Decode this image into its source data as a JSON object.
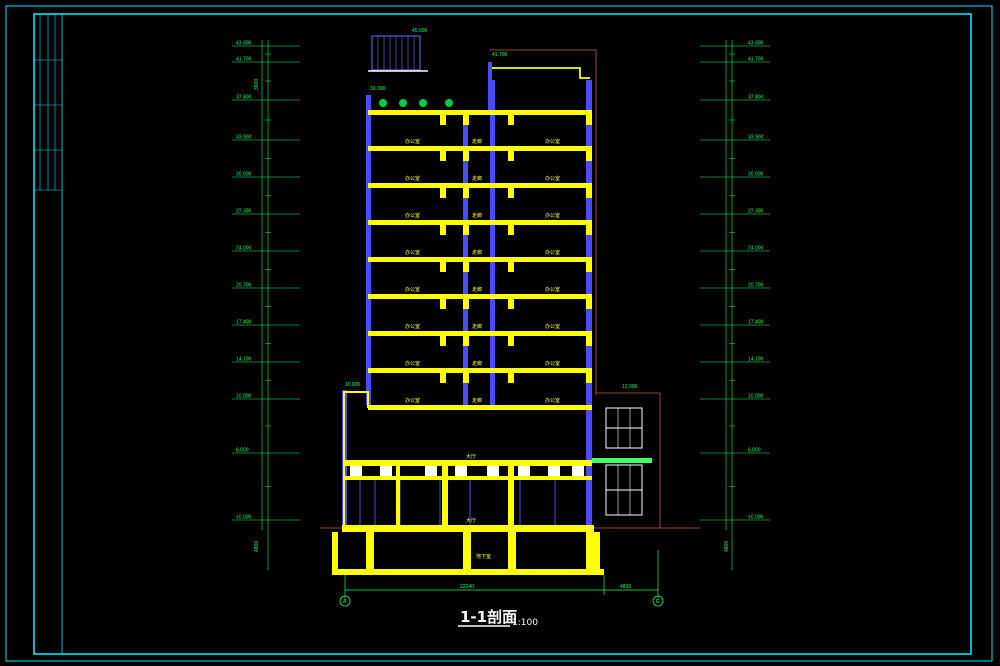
{
  "drawing": {
    "title": "1-1剖面",
    "scale": "1:100"
  },
  "colors": {
    "frame": "#00e5ff",
    "slab": "#ffff00",
    "wall": "#4a4aff",
    "dimension": "#00ff66",
    "outline": "#c0603a",
    "text_white": "#ffffff"
  },
  "elevations": {
    "left": [
      "43.800",
      "41.700",
      "37.800",
      "33.900",
      "30.600",
      "27.300",
      "24.000",
      "20.700",
      "17.400",
      "14.100",
      "10.800",
      "6.000",
      "±0.000"
    ],
    "right": [
      "43.800",
      "41.700",
      "37.800",
      "33.900",
      "30.600",
      "27.300",
      "24.000",
      "20.700",
      "17.400",
      "14.100",
      "10.800",
      "6.000",
      "±0.000"
    ]
  },
  "annotations": {
    "roof_top": "45.600",
    "upper_roof": "41.700",
    "parapet": "39.000",
    "podium_left": "10.800",
    "podium_right": "12.000",
    "room_label": "办公室",
    "corridor_label": "走廊",
    "lobby_label": "大厅",
    "basement_label": "地下室",
    "bottom_dim": "22240",
    "bottom_dim_right": "4800",
    "axis_left": "A",
    "axis_right": "E",
    "side_dim_top": "3900",
    "side_dim_bottom": "4800"
  }
}
